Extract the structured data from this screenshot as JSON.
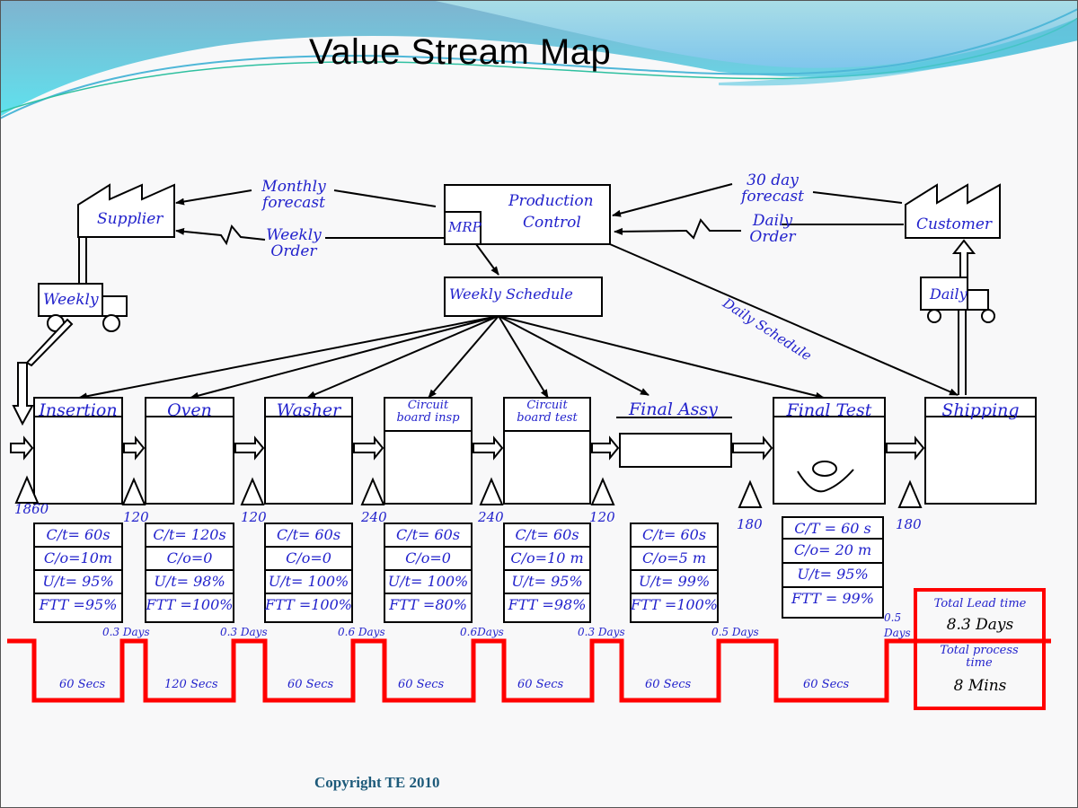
{
  "title": "Value Stream Map",
  "copyright": "Copyright TE 2010",
  "supplier": {
    "label": "Supplier",
    "truck_label": "Weekly"
  },
  "customer": {
    "label": "Customer",
    "truck_label": "Daily"
  },
  "production_control": {
    "label_line1": "Production",
    "label_line2": "Control",
    "mrp_label": "MRP"
  },
  "weekly_schedule": {
    "label": "Weekly Schedule"
  },
  "info_flows": {
    "supplier_forecast": "Monthly forecast",
    "supplier_order": "Weekly Order",
    "customer_forecast": "30 day forecast",
    "customer_order": "Daily Order",
    "daily_schedule": "Daily Schedule"
  },
  "processes": [
    {
      "name": "Insertion",
      "ct": "C/t= 60s",
      "co": "C/o=10m",
      "ut": "U/t= 95%",
      "ftt": "FTT =95%"
    },
    {
      "name": "Oven",
      "ct": "C/t= 120s",
      "co": "C/o=0",
      "ut": "U/t= 98%",
      "ftt": "FTT =100%"
    },
    {
      "name": "Washer",
      "ct": "C/t= 60s",
      "co": "C/o=0",
      "ut": "U/t= 100%",
      "ftt": "FTT =100%"
    },
    {
      "name": "Circuit board insp",
      "ct": "C/t= 60s",
      "co": "C/o=0",
      "ut": "U/t= 100%",
      "ftt": "FTT =80%"
    },
    {
      "name": "Circuit board test",
      "ct": "C/t= 60s",
      "co": "C/o=10 m",
      "ut": "U/t= 95%",
      "ftt": "FTT =98%"
    },
    {
      "name": "Final Assy",
      "ct": "C/t= 60s",
      "co": "C/o=5 m",
      "ut": "U/t= 99%",
      "ftt": "FTT =100%"
    },
    {
      "name": "Final Test",
      "ct": "C/T = 60 s",
      "co": "C/o= 20 m",
      "ut": "U/t= 95%",
      "ftt": "FTT = 99%"
    },
    {
      "name": "Shipping"
    }
  ],
  "inventory": [
    "1860",
    "120",
    "120",
    "240",
    "240",
    "120",
    "180",
    "180"
  ],
  "timeline": {
    "wait_times": [
      "0.3 Days",
      "0.3 Days",
      "0.6 Days",
      "0.6Days",
      "0.3 Days",
      "0.5 Days",
      "0.5 Days"
    ],
    "process_times": [
      "60 Secs",
      "120 Secs",
      "60 Secs",
      "60 Secs",
      "60 Secs",
      "60 Secs",
      "60 Secs"
    ]
  },
  "summary": {
    "lead_time_label": "Total Lead time",
    "lead_time_value": "8.3 Days",
    "process_time_label": "Total process time",
    "process_time_value": "8 Mins"
  },
  "colors": {
    "ink": "#2222cc",
    "timeline": "#ff0000",
    "line": "#000000"
  }
}
